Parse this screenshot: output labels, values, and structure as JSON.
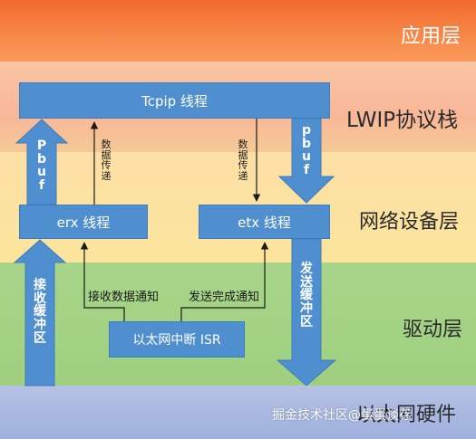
{
  "layers": {
    "app": "应用层",
    "lwip": "LWIP协议栈",
    "net": "网络设备层",
    "driver": "驱动层",
    "hardware": "以太网硬件"
  },
  "boxes": {
    "tcpip": "Tcpip 线程",
    "erx": "erx 线程",
    "etx": "etx 线程",
    "isr": "以太网中断 ISR"
  },
  "arrows": {
    "pbuf_left": [
      "P",
      "b",
      "u",
      "f"
    ],
    "pbuf_right": [
      "p",
      "b",
      "u",
      "f"
    ],
    "data_left": [
      "数",
      "据",
      "传",
      "递"
    ],
    "data_right": [
      "数",
      "据",
      "传",
      "递"
    ],
    "recv_buffer": [
      "接",
      "收",
      "缓",
      "冲",
      "区"
    ],
    "send_buffer": [
      "发",
      "送",
      "缓",
      "冲",
      "区"
    ],
    "recv_notify": "接收数据通知",
    "send_notify": "发送完成通知"
  },
  "watermark": "掘金技术社区@蛋蛋谈存"
}
